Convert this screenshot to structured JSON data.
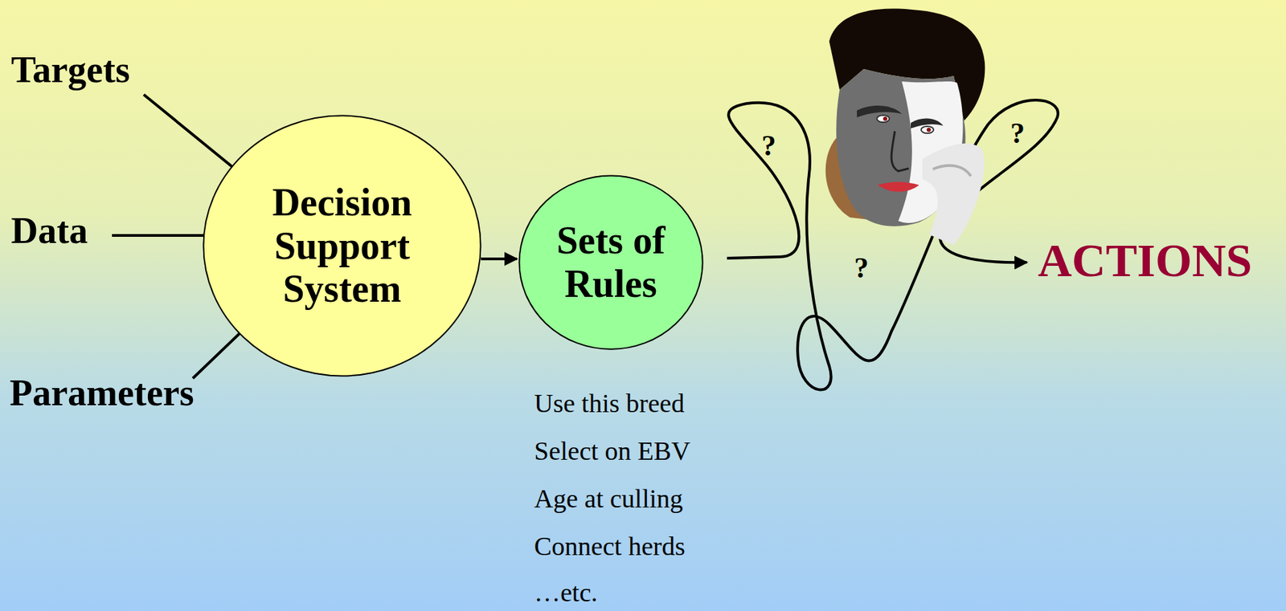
{
  "diagram": {
    "nodes": [
      {
        "text": [
          "Decision Support System"
        ]
      },
      {
        "text": [
          "Sets of Rules"
        ]
      }
    ],
    "edges": [
      {
        "from": 0,
        "to": 1,
        "arrow": "to"
      }
    ],
    "labels": [
      "Targets",
      "Data",
      "Parameters",
      "ACTIONS",
      "?",
      "?",
      "?",
      "Use this breed",
      "Select on EBV",
      "Age at culling",
      "Connect herds",
      "…etc."
    ]
  }
}
